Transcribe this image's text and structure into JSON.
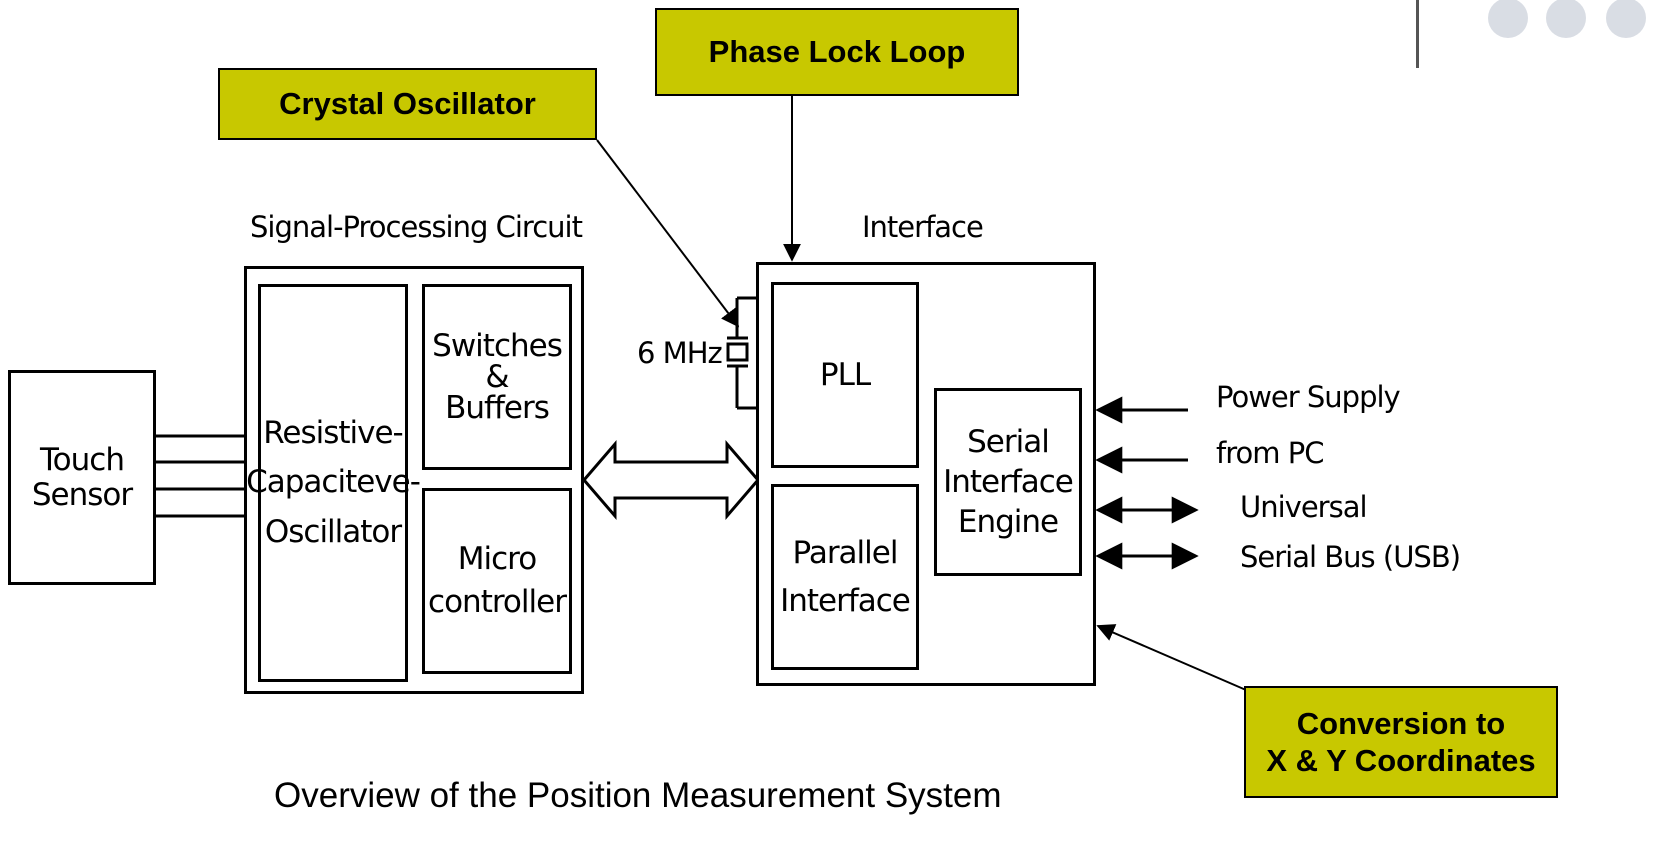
{
  "colors": {
    "callout_fill": "#c8c800",
    "deco": "#d9dde4"
  },
  "callouts": {
    "crystal": "Crystal Oscillator",
    "pll": "Phase Lock Loop",
    "conversion": "Conversion to\nX & Y Coordinates"
  },
  "touch_sensor": "Touch\nSensor",
  "signal_processing": {
    "title": "Signal-Processing Circuit",
    "oscillator": "Resistive-\nCapaciteve-\nOscillator",
    "switches": "Switches\n&\nBuffers",
    "micro": "Micro\ncontroller"
  },
  "crystal_freq": "6 MHz",
  "interface": {
    "title": "Interface",
    "pll": "PLL",
    "parallel": "Parallel\nInterface",
    "serial": "Serial\nInterface\nEngine"
  },
  "io_labels": {
    "power": "Power  Supply",
    "from_pc": "from PC",
    "universal": "Universal",
    "usb": "Serial  Bus (USB)"
  },
  "caption": "Overview of the Position Measurement System"
}
